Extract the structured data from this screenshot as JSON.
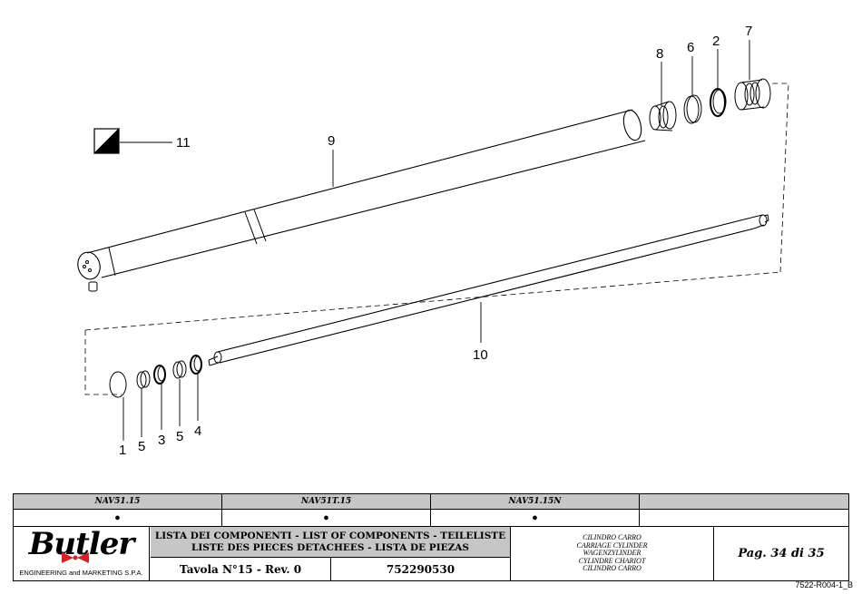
{
  "drawing": {
    "callouts": [
      "1",
      "2",
      "3",
      "4",
      "5",
      "5",
      "6",
      "7",
      "8",
      "9",
      "10",
      "11"
    ]
  },
  "models": [
    "NAV51.15",
    "NAV51T.15",
    "NAV51.15N",
    ""
  ],
  "model_marks": [
    "●",
    "●",
    "●",
    ""
  ],
  "logo": {
    "brand": "Butler",
    "tagline": "ENGINEERING and MARKETING S.P.A."
  },
  "title_block": {
    "list_title_line1": "LISTA DEI COMPONENTI - LIST OF COMPONENTS - TEILELISTE",
    "list_title_line2": "LISTE DES PIECES DETACHEES - LISTA DE PIEZAS",
    "table": "Tavola N°15 - Rev. 0",
    "code": "752290530",
    "descriptions": [
      "CILINDRO CARRO",
      "CARRIAGE CYLINDER",
      "WAGENZYLINDER",
      "CYLINDRE CHARIOT",
      "CILINDRO CARRO"
    ],
    "page": "Pag. 34 di 35"
  },
  "document_ref": "7522-R004-1_B"
}
